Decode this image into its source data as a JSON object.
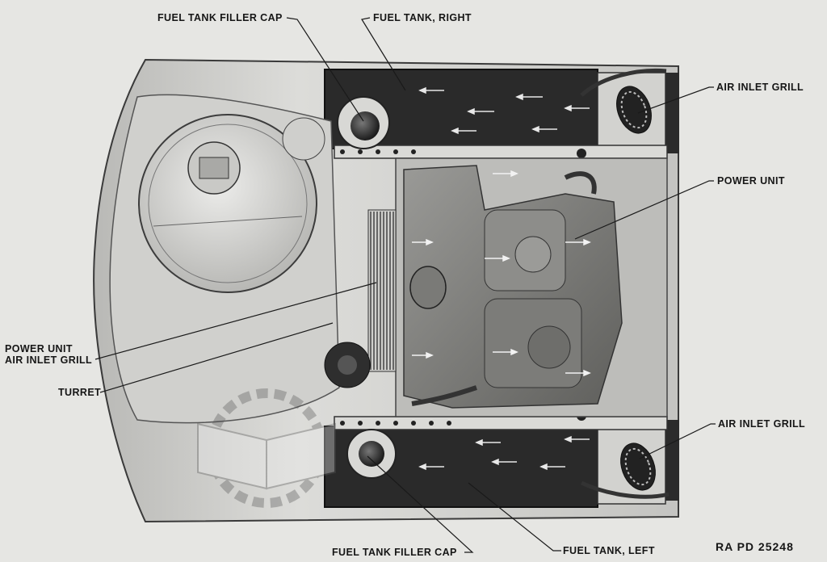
{
  "labels": {
    "fuel_tank_filler_cap_top": "FUEL TANK FILLER CAP",
    "fuel_tank_right": "FUEL TANK, RIGHT",
    "air_inlet_grill_top": "AIR INLET GRILL",
    "power_unit": "POWER UNIT",
    "power_unit_air_inlet_grill_line1": "POWER UNIT",
    "power_unit_air_inlet_grill_line2": "AIR INLET GRILL",
    "turret": "TURRET",
    "air_inlet_grill_bottom": "AIR INLET GRILL",
    "fuel_tank_filler_cap_bottom": "FUEL TANK FILLER CAP",
    "fuel_tank_left": "FUEL TANK, LEFT"
  },
  "figure_id": "RA PD 25248",
  "colors": {
    "background": "#e6e6e3",
    "hull": "#c8c8c5",
    "dark_tank": "#2a2a2a",
    "leader_line": "#1a1a1a"
  },
  "icons": [
    "fuel-cap-icon",
    "grill-icon",
    "airflow-arrow-icon",
    "book-watermark-icon"
  ]
}
